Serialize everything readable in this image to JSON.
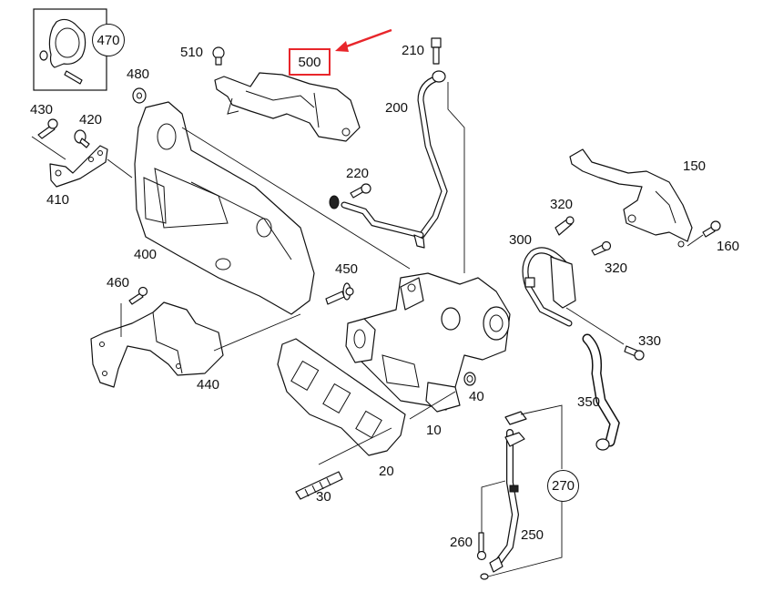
{
  "diagram": {
    "title": "Exploded parts diagram - turbocharger and exhaust manifold assembly",
    "highlight": {
      "part_number": "500",
      "box_color": "#e8262b",
      "arrow_color": "#e8262b"
    },
    "callouts": [
      {
        "id": "10",
        "label": "10"
      },
      {
        "id": "20",
        "label": "20"
      },
      {
        "id": "30",
        "label": "30"
      },
      {
        "id": "40",
        "label": "40"
      },
      {
        "id": "150",
        "label": "150"
      },
      {
        "id": "160",
        "label": "160"
      },
      {
        "id": "200",
        "label": "200"
      },
      {
        "id": "210",
        "label": "210"
      },
      {
        "id": "220",
        "label": "220"
      },
      {
        "id": "250",
        "label": "250"
      },
      {
        "id": "260",
        "label": "260"
      },
      {
        "id": "300",
        "label": "300"
      },
      {
        "id": "320a",
        "label": "320"
      },
      {
        "id": "320b",
        "label": "320"
      },
      {
        "id": "330",
        "label": "330"
      },
      {
        "id": "350",
        "label": "350"
      },
      {
        "id": "400",
        "label": "400"
      },
      {
        "id": "410",
        "label": "410"
      },
      {
        "id": "420",
        "label": "420"
      },
      {
        "id": "430",
        "label": "430"
      },
      {
        "id": "440",
        "label": "440"
      },
      {
        "id": "450",
        "label": "450"
      },
      {
        "id": "460",
        "label": "460"
      },
      {
        "id": "480",
        "label": "480"
      },
      {
        "id": "510",
        "label": "510"
      }
    ],
    "kits": [
      {
        "id": "470",
        "label": "470"
      },
      {
        "id": "270",
        "label": "270"
      }
    ]
  }
}
